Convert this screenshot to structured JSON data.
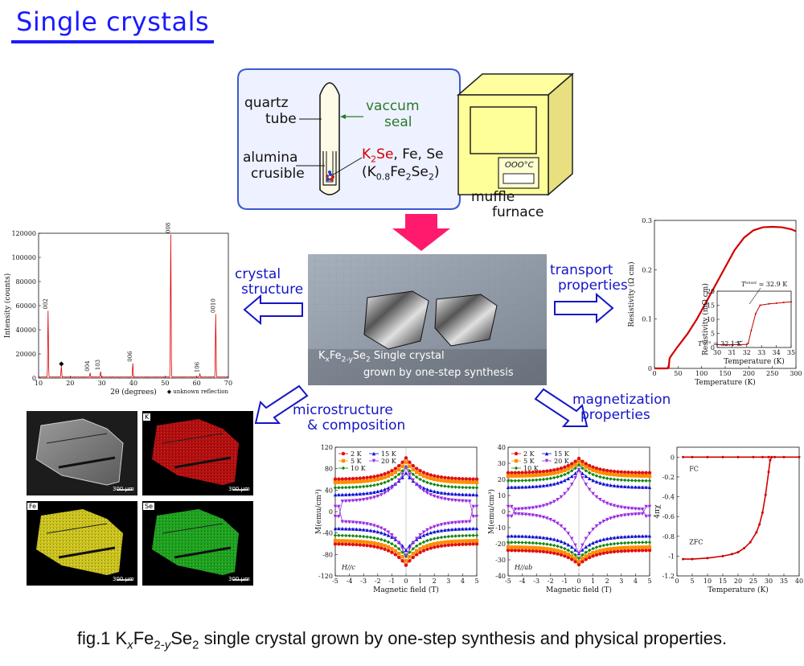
{
  "title": "Single crystals",
  "caption": {
    "pre": "fig.1 K",
    "x": "x",
    "mid1": "Fe",
    "sub2": "2-",
    "y": "y",
    "mid2": "Se",
    "sub3": "2",
    "post": " single crystal grown by one-step synthesis and physical properties."
  },
  "synthesis": {
    "quartz": "quartz",
    "tube": "tube",
    "vaccum": "vaccum",
    "seal": "seal",
    "alumina": "alumina",
    "crusible": "crusible",
    "k2se_k": "K",
    "k2se_2": "2",
    "k2se_se": "Se",
    "k2se_rest": ", Fe, Se",
    "k08_open": "(K",
    "k08_sub": "0.8",
    "k08_fe": "Fe",
    "k08_sub2": "2",
    "k08_se": "Se",
    "k08_sub3": "2",
    "k08_close": ")",
    "display": "OOO°C",
    "muffle": "muffle",
    "furnace": "furnace"
  },
  "labels": {
    "crystal": "crystal",
    "structure": "structure",
    "transport": "transport",
    "properties": "properties",
    "micro": "microstructure",
    "composition": "& composition",
    "magnetization": "magnetization",
    "mag_properties": "properties"
  },
  "photo": {
    "line1_pre": "K",
    "line1_x": "x",
    "line1_fe": "Fe",
    "line1_sub": "2-y",
    "line1_se": "Se",
    "line1_sub2": "2",
    "line1_post": " Single crystal",
    "line2": "grown by one-step synthesis"
  },
  "sem": {
    "k": "K",
    "fe": "Fe",
    "se": "Se",
    "scale": "300 µm"
  },
  "colors": {
    "red": "#d00000",
    "blue": "#1515c8",
    "magenta": "#ff1a6e",
    "green": "#2a7a2a"
  },
  "chart_data": [
    {
      "type": "line",
      "title": "",
      "xlabel": "2θ (degrees)",
      "ylabel": "Intensity (counts)",
      "xlim": [
        10,
        70
      ],
      "ylim": [
        0,
        120000
      ],
      "xticks": [
        10,
        20,
        30,
        40,
        50,
        60,
        70
      ],
      "yticks": [
        0,
        20000,
        40000,
        60000,
        80000,
        100000,
        120000
      ],
      "peaks": [
        {
          "x": 13.0,
          "y": 55000,
          "label": "002"
        },
        {
          "x": 17.2,
          "y": 9000,
          "label": "◆"
        },
        {
          "x": 26.3,
          "y": 3500,
          "label": "004"
        },
        {
          "x": 29.6,
          "y": 4500,
          "label": "103"
        },
        {
          "x": 39.8,
          "y": 11500,
          "label": "006"
        },
        {
          "x": 51.8,
          "y": 118000,
          "label": "008"
        },
        {
          "x": 61.0,
          "y": 2500,
          "label": "106"
        },
        {
          "x": 66.0,
          "y": 52000,
          "label": "0010"
        }
      ],
      "annotation": "◆ unknown reflection"
    },
    {
      "type": "line",
      "xlabel": "Temperature (K)",
      "ylabel": "Resistivity (Ω cm)",
      "xlim": [
        0,
        300
      ],
      "ylim": [
        0,
        0.3
      ],
      "xticks": [
        0,
        50,
        100,
        150,
        200,
        250,
        300
      ],
      "yticks": [
        0,
        0.1,
        0.2,
        0.3
      ],
      "x": [
        30,
        32,
        35,
        50,
        70,
        90,
        110,
        130,
        150,
        170,
        190,
        210,
        230,
        250,
        270,
        290,
        300
      ],
      "y": [
        0,
        0.02,
        0.025,
        0.045,
        0.07,
        0.1,
        0.135,
        0.17,
        0.205,
        0.24,
        0.265,
        0.28,
        0.286,
        0.287,
        0.286,
        0.282,
        0.278
      ],
      "inset": {
        "xlabel": "Temperature (K)",
        "ylabel": "Resistivity (mΩ cm)",
        "xlim": [
          30,
          35
        ],
        "ylim": [
          0,
          20
        ],
        "xticks": [
          30,
          31,
          32,
          33,
          34,
          35
        ],
        "yticks": [
          0,
          5,
          10,
          15,
          20
        ],
        "x": [
          30,
          30.5,
          31,
          31.5,
          32,
          32.1,
          32.3,
          32.6,
          32.9,
          33.5,
          34,
          34.5,
          35
        ],
        "y": [
          1.0,
          1.0,
          1.0,
          1.0,
          1.1,
          1.5,
          6,
          12,
          15,
          15.5,
          15.7,
          16,
          16.2
        ]
      },
      "ann1": "T",
      "ann1_sup": "onset",
      "ann1_sub": "c",
      "ann1_val": " = 32.9 K",
      "ann2": "T",
      "ann2_sup": "zero",
      "ann2_sub": "c",
      "ann2_val": " = 32.1 K"
    },
    {
      "type": "line",
      "xlabel": "Magnetic field (T)",
      "ylabel": "M(emu/cm³)",
      "orientation": "H//c",
      "xlim": [
        -5,
        5
      ],
      "ylim": [
        -120,
        120
      ],
      "xticks": [
        -5,
        -4,
        -3,
        -2,
        -1,
        0,
        1,
        2,
        3,
        4,
        5
      ],
      "yticks": [
        -120,
        -80,
        -40,
        0,
        40,
        80,
        120
      ],
      "series": [
        {
          "name": "2 K",
          "color": "#e01010",
          "mk": "circle",
          "top": [
            60,
            100
          ]
        },
        {
          "name": "5 K",
          "color": "#ff8c00",
          "mk": "square",
          "top": [
            54,
            92
          ]
        },
        {
          "name": "10 K",
          "color": "#118811",
          "mk": "diamond",
          "top": [
            44,
            84
          ]
        },
        {
          "name": "15 K",
          "color": "#1010d0",
          "mk": "triangle",
          "top": [
            31,
            72
          ]
        },
        {
          "name": "20 K",
          "color": "#9a2be0",
          "mk": "tri-down",
          "top": [
            -2,
            62
          ]
        }
      ]
    },
    {
      "type": "line",
      "xlabel": "Magnetic field (T)",
      "ylabel": "M(emu/cm³)",
      "orientation": "H//ab",
      "xlim": [
        -5,
        5
      ],
      "ylim": [
        -40,
        40
      ],
      "xticks": [
        -5,
        -4,
        -3,
        -2,
        -1,
        0,
        1,
        2,
        3,
        4,
        5
      ],
      "yticks": [
        -40,
        -30,
        -20,
        -10,
        0,
        10,
        20,
        30,
        40
      ],
      "series": [
        {
          "name": "2 K",
          "color": "#e01010",
          "mk": "circle",
          "top": [
            24,
            33
          ]
        },
        {
          "name": "5 K",
          "color": "#ff8c00",
          "mk": "square",
          "top": [
            22,
            31
          ]
        },
        {
          "name": "10 K",
          "color": "#118811",
          "mk": "diamond",
          "top": [
            19,
            29
          ]
        },
        {
          "name": "15 K",
          "color": "#1010d0",
          "mk": "triangle",
          "top": [
            15,
            26
          ]
        },
        {
          "name": "20 K",
          "color": "#9a2be0",
          "mk": "tri-down",
          "top": [
            -5,
            20
          ]
        }
      ]
    },
    {
      "type": "line",
      "xlabel": "Temperature (K)",
      "ylabel": "4πχ",
      "xlim": [
        0,
        40
      ],
      "ylim": [
        -1.2,
        0.1
      ],
      "xticks": [
        0,
        5,
        10,
        15,
        20,
        25,
        30,
        35,
        40
      ],
      "yticks": [
        -1.2,
        -1,
        -0.8,
        -0.6,
        -0.4,
        -0.2,
        0
      ],
      "fc_label": "FC",
      "zfc_label": "ZFC",
      "fc": {
        "x": [
          2,
          5,
          10,
          15,
          20,
          25,
          28,
          30,
          32,
          35,
          40
        ],
        "y": [
          0,
          0,
          0,
          0,
          0,
          0,
          0,
          0,
          0,
          0,
          0
        ]
      },
      "zfc": {
        "x": [
          2,
          5,
          10,
          15,
          18,
          20,
          22,
          24,
          26,
          27,
          28,
          29,
          30,
          30.5,
          31
        ],
        "y": [
          -1.03,
          -1.03,
          -1.02,
          -1.0,
          -0.98,
          -0.96,
          -0.92,
          -0.86,
          -0.76,
          -0.68,
          -0.56,
          -0.38,
          -0.15,
          -0.03,
          0
        ]
      }
    }
  ]
}
